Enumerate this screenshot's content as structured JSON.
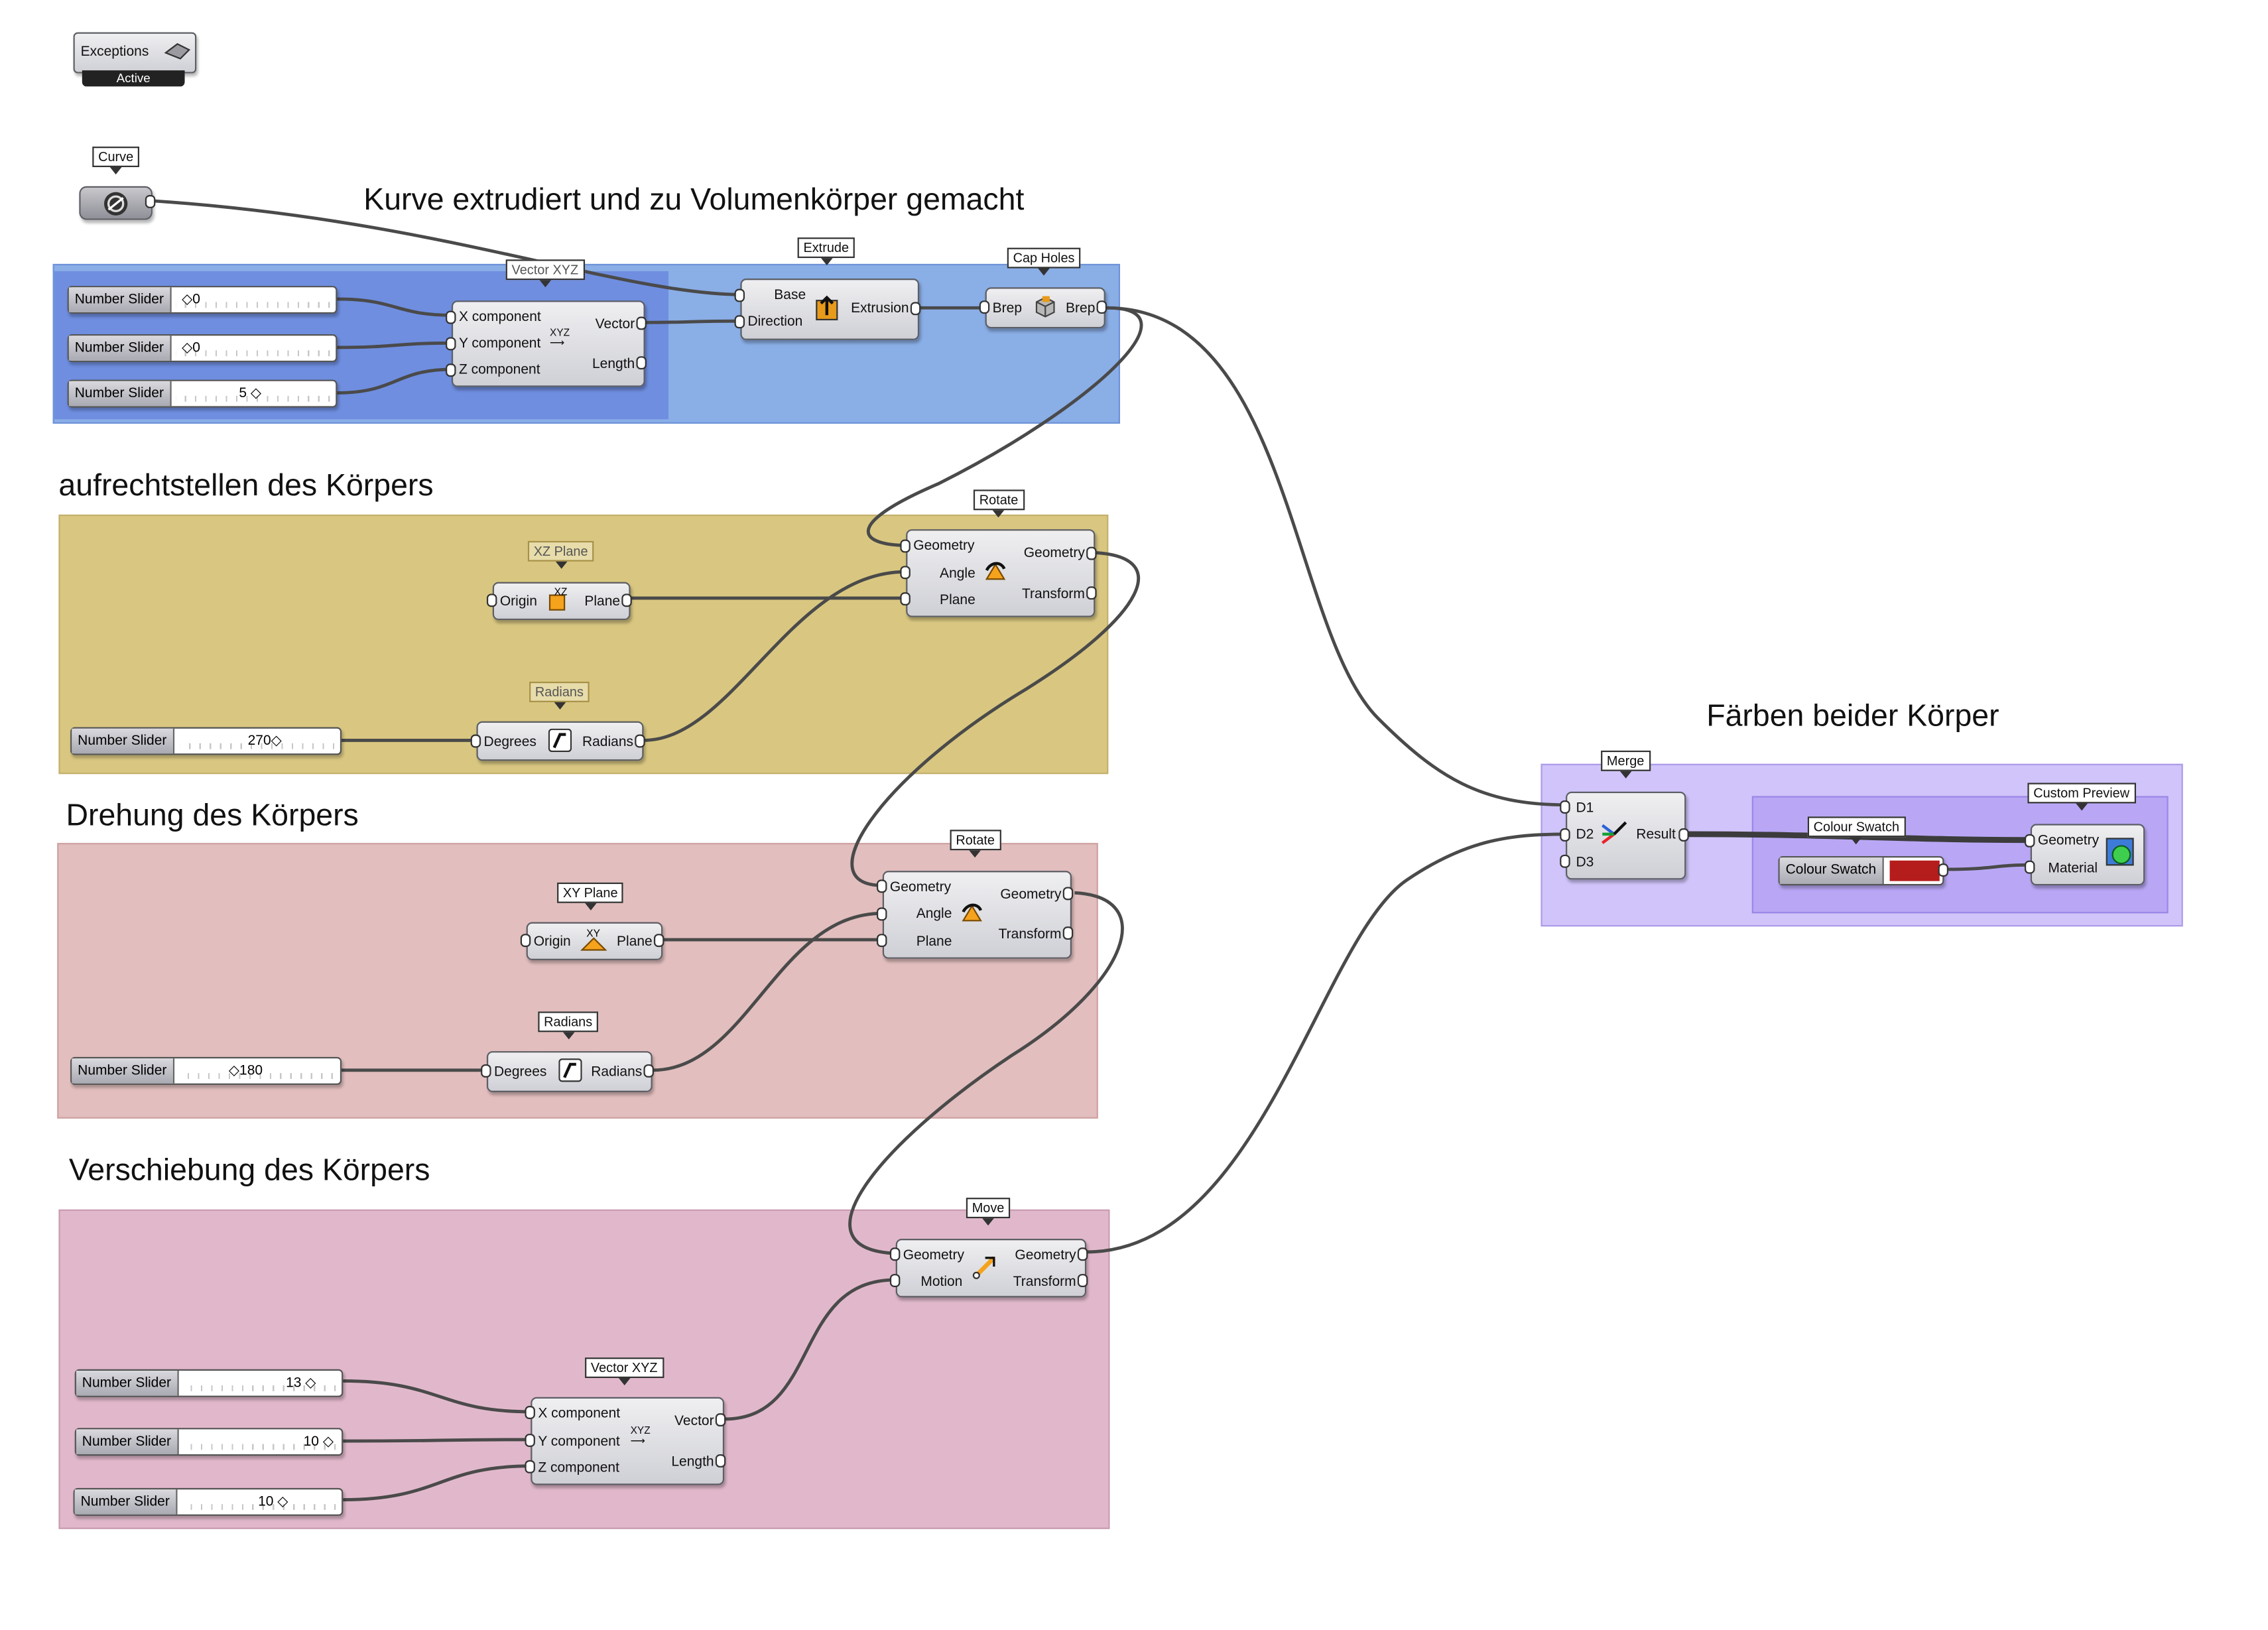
{
  "exceptions": {
    "label": "Exceptions",
    "status": "Active"
  },
  "curve": {
    "tag": "Curve"
  },
  "groups": {
    "extrude": {
      "title": "Kurve extrudiert und zu Volumenkörper gemacht",
      "color": "#5b86de"
    },
    "upright": {
      "title": "aufrechtstellen des Körpers",
      "color": "#d9c781"
    },
    "rotation": {
      "title": "Drehung des Körpers",
      "color": "#e2bebe"
    },
    "move": {
      "title": "Verschiebung des Körpers",
      "color": "#e1b8cb"
    },
    "color": {
      "title": "Färben beider Körper",
      "color": "#cabdf9"
    }
  },
  "sliders": {
    "label": "Number Slider",
    "s1": "0",
    "s2": "0",
    "s3": "5",
    "s4": "270",
    "s5": "180",
    "s6": "13",
    "s7": "10",
    "s8": "10"
  },
  "vector1": {
    "tag": "Vector XYZ",
    "x": "X component",
    "y": "Y component",
    "z": "Z component",
    "out1": "Vector",
    "out2": "Length"
  },
  "extrude": {
    "tag": "Extrude",
    "in1": "Base",
    "in2": "Direction",
    "out": "Extrusion"
  },
  "cap": {
    "tag": "Cap Holes",
    "in": "Brep",
    "out": "Brep"
  },
  "xzplane": {
    "tag": "XZ Plane",
    "in": "Origin",
    "out": "Plane"
  },
  "radians1": {
    "tag": "Radians",
    "in": "Degrees",
    "out": "Radians"
  },
  "rotate1": {
    "tag": "Rotate",
    "in1": "Geometry",
    "in2": "Angle",
    "in3": "Plane",
    "out1": "Geometry",
    "out2": "Transform"
  },
  "xyplane": {
    "tag": "XY Plane",
    "in": "Origin",
    "out": "Plane"
  },
  "radians2": {
    "tag": "Radians",
    "in": "Degrees",
    "out": "Radians"
  },
  "rotate2": {
    "tag": "Rotate",
    "in1": "Geometry",
    "in2": "Angle",
    "in3": "Plane",
    "out1": "Geometry",
    "out2": "Transform"
  },
  "move": {
    "tag": "Move",
    "in1": "Geometry",
    "in2": "Motion",
    "out1": "Geometry",
    "out2": "Transform"
  },
  "vector2": {
    "tag": "Vector XYZ",
    "x": "X component",
    "y": "Y component",
    "z": "Z component",
    "out1": "Vector",
    "out2": "Length"
  },
  "merge": {
    "tag": "Merge",
    "in1": "D1",
    "in2": "D2",
    "in3": "D3",
    "out": "Result"
  },
  "swatch": {
    "tag": "Colour Swatch",
    "label": "Colour Swatch",
    "color": "#b51c1c"
  },
  "preview": {
    "tag": "Custom Preview",
    "in1": "Geometry",
    "in2": "Material"
  },
  "icons": [
    "curve-param-icon",
    "vector-xyz-icon",
    "extrude-icon",
    "cap-holes-icon",
    "xz-plane-icon",
    "xy-plane-icon",
    "radians-icon",
    "rotate-icon",
    "move-icon",
    "merge-icon",
    "custom-preview-icon"
  ]
}
